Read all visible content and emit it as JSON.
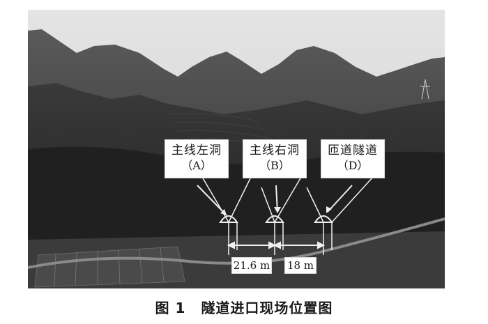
{
  "photo": {
    "labels": [
      {
        "line1": "主线左洞",
        "line2": "（A）"
      },
      {
        "line1": "主线右洞",
        "line2": "（B）"
      },
      {
        "line1": "匝道隧道",
        "line2": "（D）"
      }
    ],
    "dimensions": [
      "21.6 m",
      "18 m"
    ]
  },
  "caption": {
    "figure_number": "图 1",
    "title": "隧道进口现场位置图"
  }
}
